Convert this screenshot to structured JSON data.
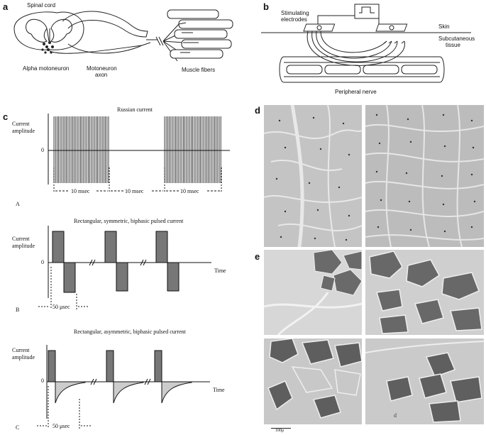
{
  "panels": {
    "a": {
      "letter": "a",
      "labels": {
        "spinal_cord": "Spinal cord",
        "alpha_motoneuron": "Alpha motoneuron",
        "motoneuron_axon_1": "Motoneuron",
        "motoneuron_axon_2": "axon",
        "muscle_fibers": "Muscle fibers"
      }
    },
    "b": {
      "letter": "b",
      "labels": {
        "stim_1": "Stimulating",
        "stim_2": "electrodes",
        "skin": "Skin",
        "subq_1": "Subcutaneous",
        "subq_2": "tissue",
        "peripheral_nerve": "Peripheral nerve"
      }
    },
    "c": {
      "letter": "c",
      "russian": {
        "title": "Russian current",
        "ylabel_1": "Current",
        "ylabel_2": "amplitude",
        "zero": "0",
        "intervals": [
          "10 msec",
          "10 msec",
          "10 msec"
        ],
        "sub": "A"
      },
      "symmetric": {
        "title": "Rectangular, symmetric, biphasic pulsed current",
        "ylabel_1": "Current",
        "ylabel_2": "amplitude",
        "zero": "0",
        "xlabel": "Time",
        "width": "50 μsec",
        "sub": "B"
      },
      "asymmetric": {
        "title": "Rectangular, asymmetric, biphasic pulsed current",
        "ylabel_1": "Current",
        "ylabel_2": "amplitude",
        "zero": "0",
        "xlabel": "Time",
        "width": "50 μsec",
        "sub": "C"
      }
    },
    "d": {
      "letter": "d"
    },
    "e": {
      "letter": "e",
      "scale": "100μ",
      "corner": "d"
    }
  }
}
